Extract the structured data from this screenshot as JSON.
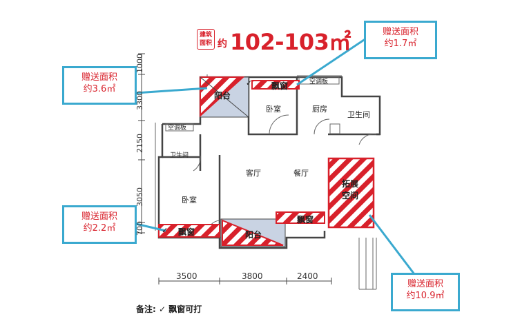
{
  "header": {
    "badge_line1": "建筑",
    "badge_line2": "面积",
    "prefix": "约",
    "area": "102-103㎡"
  },
  "callouts": {
    "balcony_top": {
      "label": "赠送面积",
      "area": "约3.6㎡"
    },
    "bay_top": {
      "label": "赠送面积",
      "area": "约1.7㎡"
    },
    "bay_left": {
      "label": "赠送面积",
      "area": "约2.2㎡"
    },
    "expand": {
      "label": "赠送面积",
      "area": "约10.9㎡"
    }
  },
  "rooms": {
    "balcony_top": "阳台",
    "bay_window_top": "飘窗",
    "ac_board_top": "空调板",
    "bedroom_top": "卧室",
    "kitchen": "厨房",
    "bathroom_right": "卫生间",
    "ac_board_left": "空调板",
    "bathroom_left": "卫生间",
    "living": "客厅",
    "dining": "餐厅",
    "expand_line1": "拓展",
    "expand_line2": "空间",
    "bedroom_left": "卧室",
    "bay_window_left": "飘窗",
    "balcony_bottom": "阳台",
    "bay_window_bottom": "飘窗"
  },
  "checkmark": "✓",
  "dimensions": {
    "vertical": [
      "1000",
      "3300",
      "2150",
      "3050",
      "700"
    ],
    "horizontal": [
      "3500",
      "3800",
      "2400"
    ]
  },
  "note": "备注: ✓ 飘窗可打",
  "colors": {
    "accent": "#d8212b",
    "callout_border": "#3aa9cf",
    "balcony_fill": "#c9d3e3"
  }
}
